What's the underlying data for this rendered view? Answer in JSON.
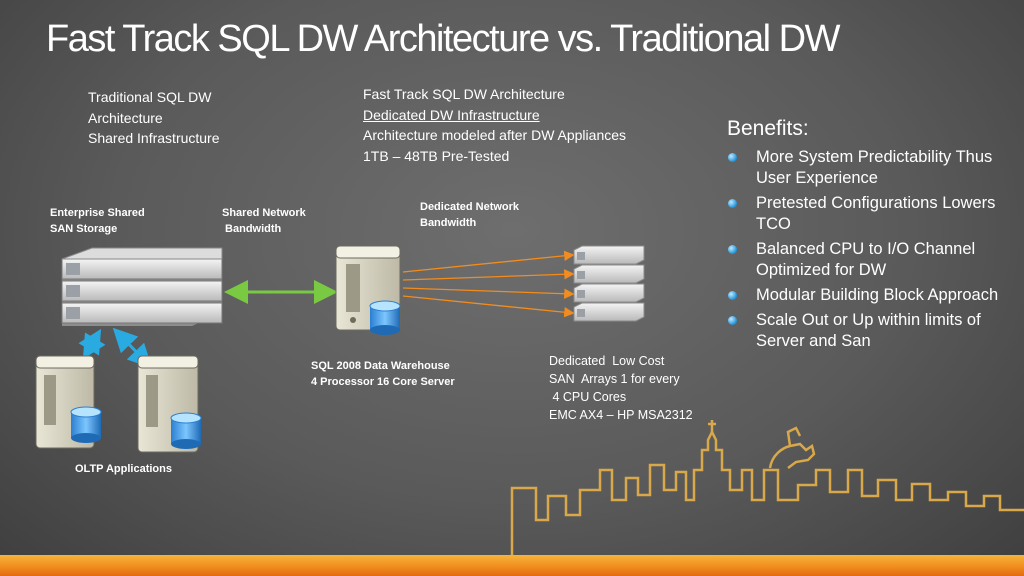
{
  "title": "Fast Track SQL DW Architecture vs. Traditional DW",
  "traditional": [
    "Traditional SQL DW",
    "Architecture",
    "Shared  Infrastructure"
  ],
  "fast_track": {
    "line1": "Fast Track SQL DW Architecture",
    "line2": "Dedicated DW Infrastructure",
    "line3": "Architecture modeled after DW Appliances",
    "line4": " 1TB – 48TB Pre-Tested"
  },
  "labels": {
    "san_storage": [
      "Enterprise Shared",
      "SAN Storage"
    ],
    "shared_network": [
      "Shared Network",
      " Bandwidth"
    ],
    "dedicated_network": [
      "Dedicated Network",
      "Bandwidth"
    ],
    "sql_server": [
      "SQL 2008 Data Warehouse",
      "4 Processor 16 Core Server"
    ],
    "oltp": "OLTP Applications",
    "san_arrays": [
      "Dedicated  Low Cost",
      "SAN  Arrays 1 for every",
      " 4 CPU Cores",
      "EMC AX4 – HP MSA2312"
    ]
  },
  "benefits": {
    "heading": "Benefits:",
    "items": [
      "More System Predictability Thus User Experience",
      "Pretested Configurations Lowers TCO",
      "Balanced CPU to I/O Channel Optimized for DW",
      "Modular Building Block Approach",
      "Scale Out or Up within limits of Server and San"
    ]
  },
  "colors": {
    "accent_orange": "#f28c1e",
    "arrow_green": "#7ac943",
    "arrow_blue": "#29abe2",
    "skyline": "#d9a84a"
  },
  "icons": [
    "server-icon",
    "database-icon",
    "storage-array-icon",
    "skyline-graphic"
  ]
}
